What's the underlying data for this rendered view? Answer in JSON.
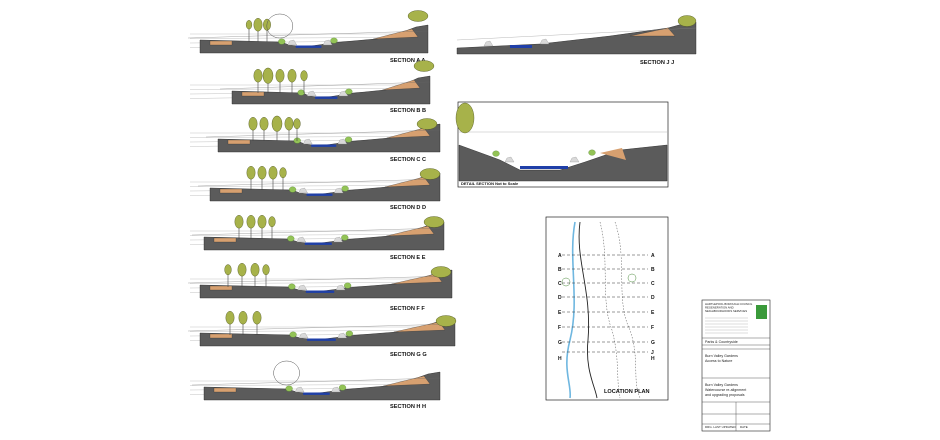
{
  "sections": [
    {
      "key": "A",
      "label": "SECTION A  A"
    },
    {
      "key": "B",
      "label": "SECTION B  B"
    },
    {
      "key": "C",
      "label": "SECTION C  C"
    },
    {
      "key": "D",
      "label": "SECTION D  D"
    },
    {
      "key": "E",
      "label": "SECTION E  E"
    },
    {
      "key": "F",
      "label": "SECTION F  F"
    },
    {
      "key": "G",
      "label": "SECTION G  G"
    },
    {
      "key": "H",
      "label": "SECTION H  H"
    },
    {
      "key": "J",
      "label": "SECTION J  J"
    }
  ],
  "detail_section": {
    "label": "DETAIL SECTION Not to Scale"
  },
  "location_plan": {
    "label": "LOCATION PLAN",
    "markers_left": [
      "A",
      "B",
      "C",
      "D",
      "E",
      "F",
      "G",
      "H"
    ],
    "markers_right": [
      "A",
      "B",
      "C",
      "D",
      "E",
      "F",
      "G",
      "J",
      "H"
    ]
  },
  "title_block": {
    "org_lines": [
      "HARTLEPOOL BOROUGH COUNCIL",
      "REGENERATION AND",
      "NEIGHBOURHOODS SERVICES"
    ],
    "department": "Parks & Countryside",
    "project_lines": [
      "Burn Valley Gardens",
      "Access to Nature"
    ],
    "drawing_lines": [
      "Burn Valley Gardens",
      "Watercourse re-alignment",
      "and upgrading proposals"
    ],
    "footer_left": "DRG. LAST UPDATED",
    "footer_right": "DATE"
  },
  "colors": {
    "ground": "#5b5b5b",
    "ground_dark": "#3d3d3d",
    "bank": "#d7a070",
    "tree": "#a7b24a",
    "shrub": "#93c356",
    "water": "#1f3fa8",
    "stone": "#d9d9d9",
    "river_plan": "#6fb7e0"
  }
}
